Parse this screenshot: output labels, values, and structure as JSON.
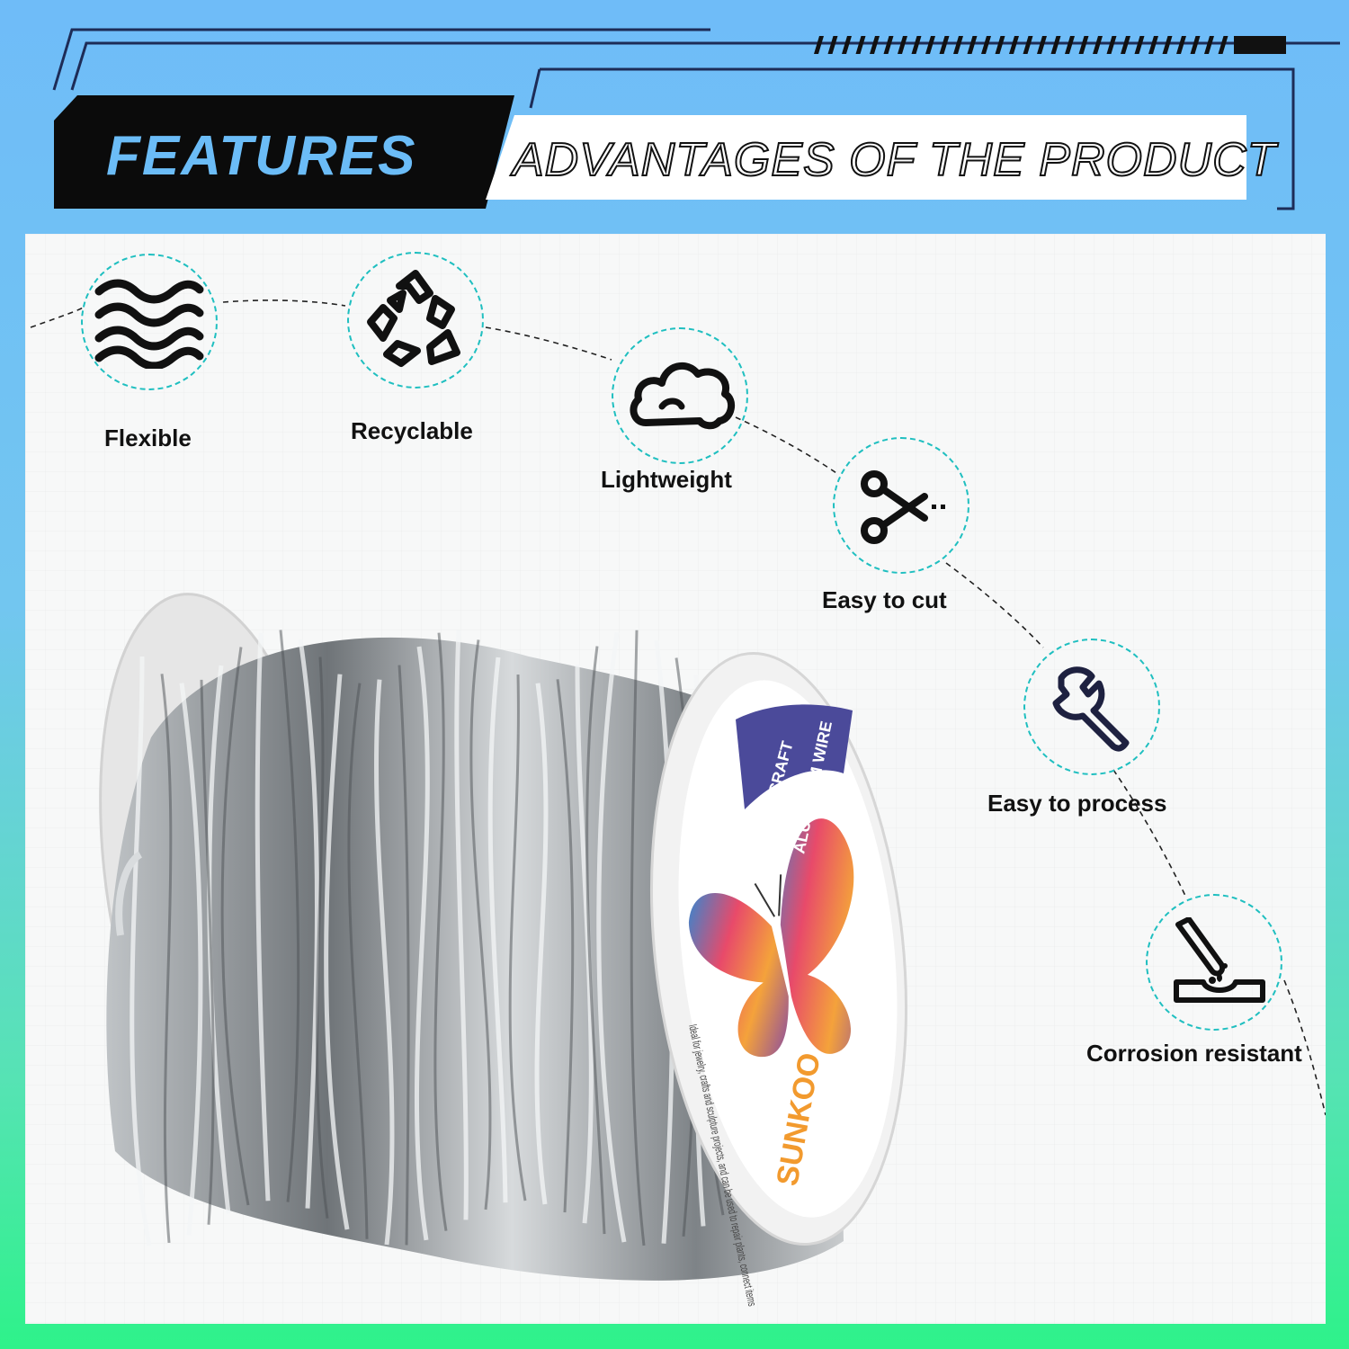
{
  "header": {
    "features_label": "FEATURES",
    "advantages_label": "ADVANTAGES OF THE PRODUCT"
  },
  "features": [
    {
      "label": "Flexible",
      "icon": "waves-icon"
    },
    {
      "label": "Recyclable",
      "icon": "recycle-icon"
    },
    {
      "label": "Lightweight",
      "icon": "cloud-icon"
    },
    {
      "label": "Easy to cut",
      "icon": "scissors-icon"
    },
    {
      "label": "Easy to process",
      "icon": "wrench-icon"
    },
    {
      "label": "Corrosion resistant",
      "icon": "chemical-drip-icon"
    }
  ],
  "product": {
    "label_line1": "CRAFT",
    "label_line2": "ALUMINUM WIRE",
    "brand": "SUNKOO",
    "description": "Ideal for jewelry, crafts and sculpture projects, and can be used to repair plants, connect items"
  },
  "colors": {
    "accent_blue": "#6bbcf7",
    "header_black": "#0b0b0b",
    "circle_teal": "#1fbfc0",
    "label_purple": "#4b4a9a"
  }
}
